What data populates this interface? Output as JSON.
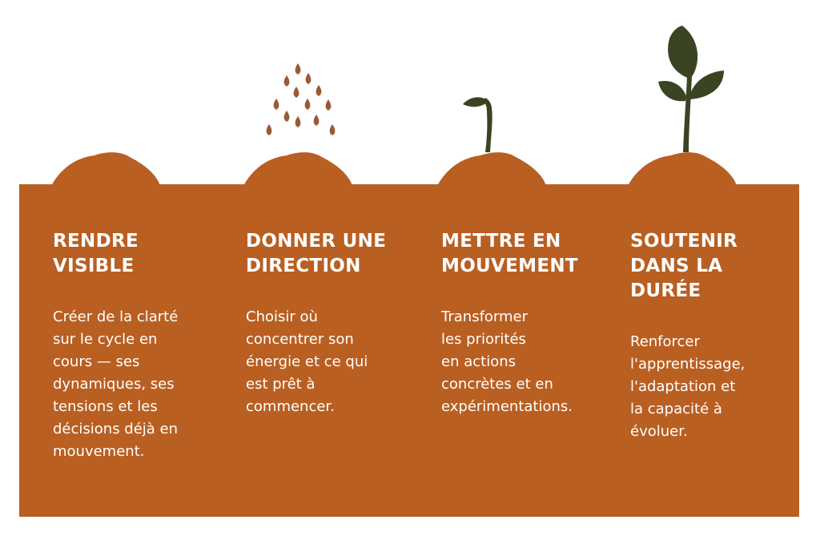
{
  "colors": {
    "soil": "#b95f22",
    "seed": "#9b5a34",
    "leaf": "#3a4423",
    "text": "#ffffff",
    "background": "#ffffff"
  },
  "steps": [
    {
      "title": "RENDRE\nVISIBLE",
      "text": "Créer de la clarté\nsur le cycle en\ncours — ses\ndynamiques, ses\ntensions et les\ndécisions déjà en\nmouvement.",
      "icon": "soil-mound-icon"
    },
    {
      "title": "DONNER UNE\nDIRECTION",
      "text": "Choisir où\nconcentrer son\nénergie et ce qui\nest prêt à\ncommencer.",
      "icon": "falling-seeds-icon"
    },
    {
      "title": "METTRE EN\nMOUVEMENT",
      "text": "Transformer\nles priorités\nen actions\nconcrètes et en\nexpérimentations.",
      "icon": "sprout-icon"
    },
    {
      "title": "SOUTENIR\nDANS LA\nDURÉE",
      "text": "Renforcer\nl'apprentissage,\nl'adaptation et\nla capacité à\névoluer.",
      "icon": "growing-plant-icon"
    }
  ]
}
